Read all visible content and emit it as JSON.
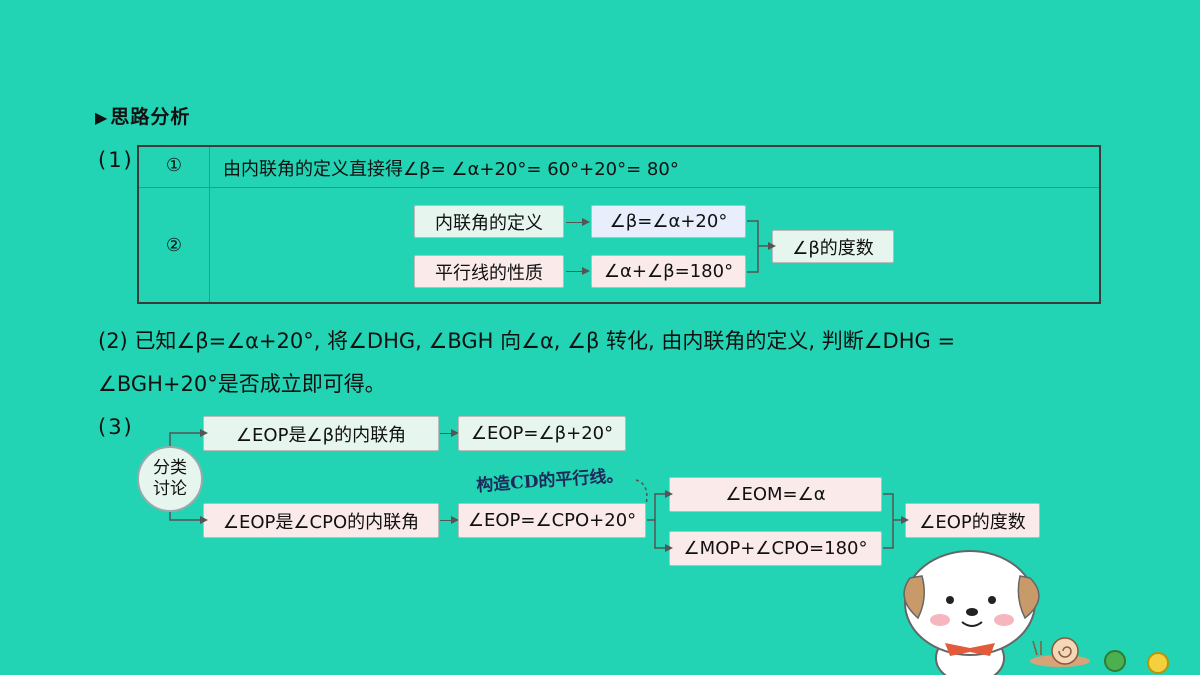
{
  "heading": {
    "marker": "▶",
    "text": "思路分析"
  },
  "part1": {
    "label": "(1)",
    "row1": {
      "num": "①",
      "text": "由内联角的定义直接得∠β= ∠α+20°= 60°+20°= 80°"
    },
    "row2": {
      "num": "②",
      "box_def": "内联角的定义",
      "box_parallel": "平行线的性质",
      "box_eq1": "∠β=∠α+20°",
      "box_eq2": "∠α+∠β=180°",
      "box_result": "∠β的度数"
    }
  },
  "part2": {
    "label": "(2)",
    "line1": "已知∠β=∠α+20°, 将∠DHG, ∠BGH 向∠α, ∠β 转化, 由内联角的定义, 判断∠DHG =",
    "line2": "∠BGH+20°是否成立即可得。"
  },
  "part3": {
    "label": "(3)",
    "circle_text": "分类\n讨论",
    "case1": "∠EOP是∠β的内联角",
    "case1_eq": "∠EOP=∠β+20°",
    "case2": "∠EOP是∠CPO的内联角",
    "case2_eq": "∠EOP=∠CPO+20°",
    "note": "构造CD的平行线。",
    "eq_a": "∠EOM=∠α",
    "eq_b": "∠MOP+∠CPO=180°",
    "result": "∠EOP的度数"
  },
  "colors": {
    "background": "#22d3b4",
    "box_pink": "#fbeaea",
    "box_green": "#e6f6ee",
    "box_blue": "#e8eefb"
  },
  "decoration": {
    "mascot": "puppy-mascot",
    "snail": "snail-icon"
  }
}
